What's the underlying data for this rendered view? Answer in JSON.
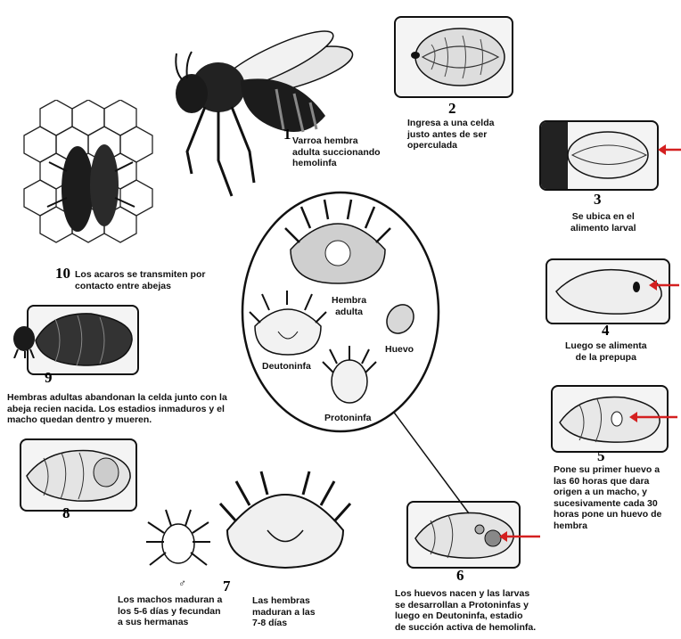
{
  "stages": {
    "s1": {
      "number": "1",
      "text": "Varroa hembra\nadulta succionando\nhemolinfa"
    },
    "s2": {
      "number": "2",
      "text": "Ingresa a una celda\njusto antes de ser\noperculada"
    },
    "s3": {
      "number": "3",
      "text": "Se ubica en el\nalimento larval"
    },
    "s4": {
      "number": "4",
      "text": "Luego se alimenta\nde la prepupa"
    },
    "s5": {
      "number": "5",
      "text": "Pone su primer huevo a\nlas 60 horas que dara\norigen a un macho, y\nsucesivamente cada 30\nhoras pone un huevo de\nhembra"
    },
    "s6": {
      "number": "6",
      "text": "Los huevos nacen y las larvas\nse desarrollan a Protoninfas y\nluego en Deutoninfa, estadio\nde succión activa de hemolinfa."
    },
    "s7": {
      "number": "7",
      "text_males": "Los machos maduran a\nlos 5-6 días y fecundan\na sus hermanas",
      "text_females": "Las hembras\nmaduran a las\n7-8 días",
      "male_symbol": "♂"
    },
    "s8": {
      "number": "8"
    },
    "s9": {
      "number": "9",
      "text": "Hembras adultas abandonan la celda junto con la\nabeja recien nacida. Los estadios inmaduros y el\nmacho quedan dentro y mueren."
    },
    "s10": {
      "number": "10",
      "text": "Los acaros se transmiten por\ncontacto entre abejas"
    }
  },
  "center": {
    "hembra": "Hembra\nadulta",
    "deutoninfa": "Deutoninfa",
    "huevo": "Huevo",
    "protoninfa": "Protoninfa"
  },
  "icons": {
    "arrow_color": "#d42020",
    "ink_color": "#111111"
  }
}
